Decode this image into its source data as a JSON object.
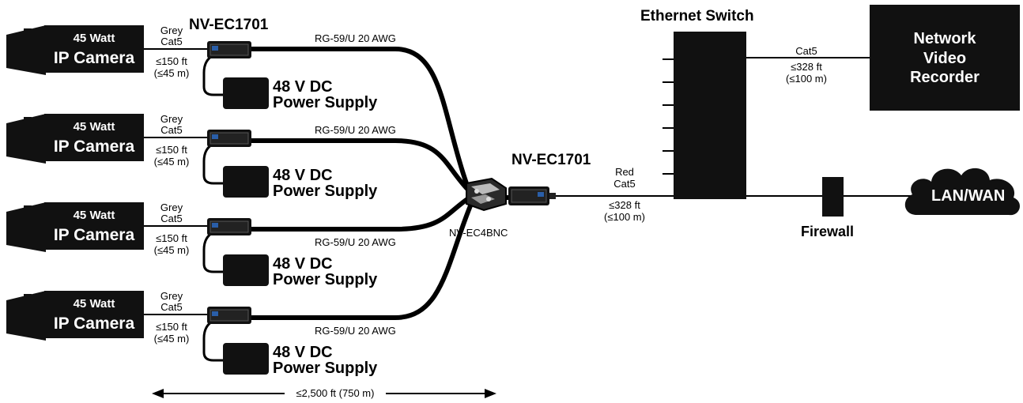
{
  "camera": {
    "watt": "45 Watt",
    "name": "IP Camera"
  },
  "grey_cable": {
    "color": "Grey",
    "type": "Cat5",
    "dist_ft": "≤150 ft",
    "dist_m": "(≤45 m)"
  },
  "coax_label": "RG-59/U  20 AWG",
  "power_supply": {
    "line1": "48 V DC",
    "line2": "Power Supply"
  },
  "extender_model": "NV-EC1701",
  "splitter_model": "NV-EC4BNC",
  "red_cable": {
    "color": "Red",
    "type": "Cat5",
    "dist_ft": "≤328 ft",
    "dist_m": "(≤100 m)"
  },
  "switch_title": "Ethernet Switch",
  "nvr_cable": {
    "type": "Cat5",
    "dist_ft": "≤328 ft",
    "dist_m": "(≤100 m)"
  },
  "nvr": {
    "line1": "Network",
    "line2": "Video",
    "line3": "Recorder"
  },
  "firewall": "Firewall",
  "lan_wan": "LAN/WAN",
  "span": "≤2,500 ft  (750 m)",
  "colors": {
    "ink": "#000000",
    "bg": "#ffffff",
    "device_blue": "#2a5ea8"
  }
}
